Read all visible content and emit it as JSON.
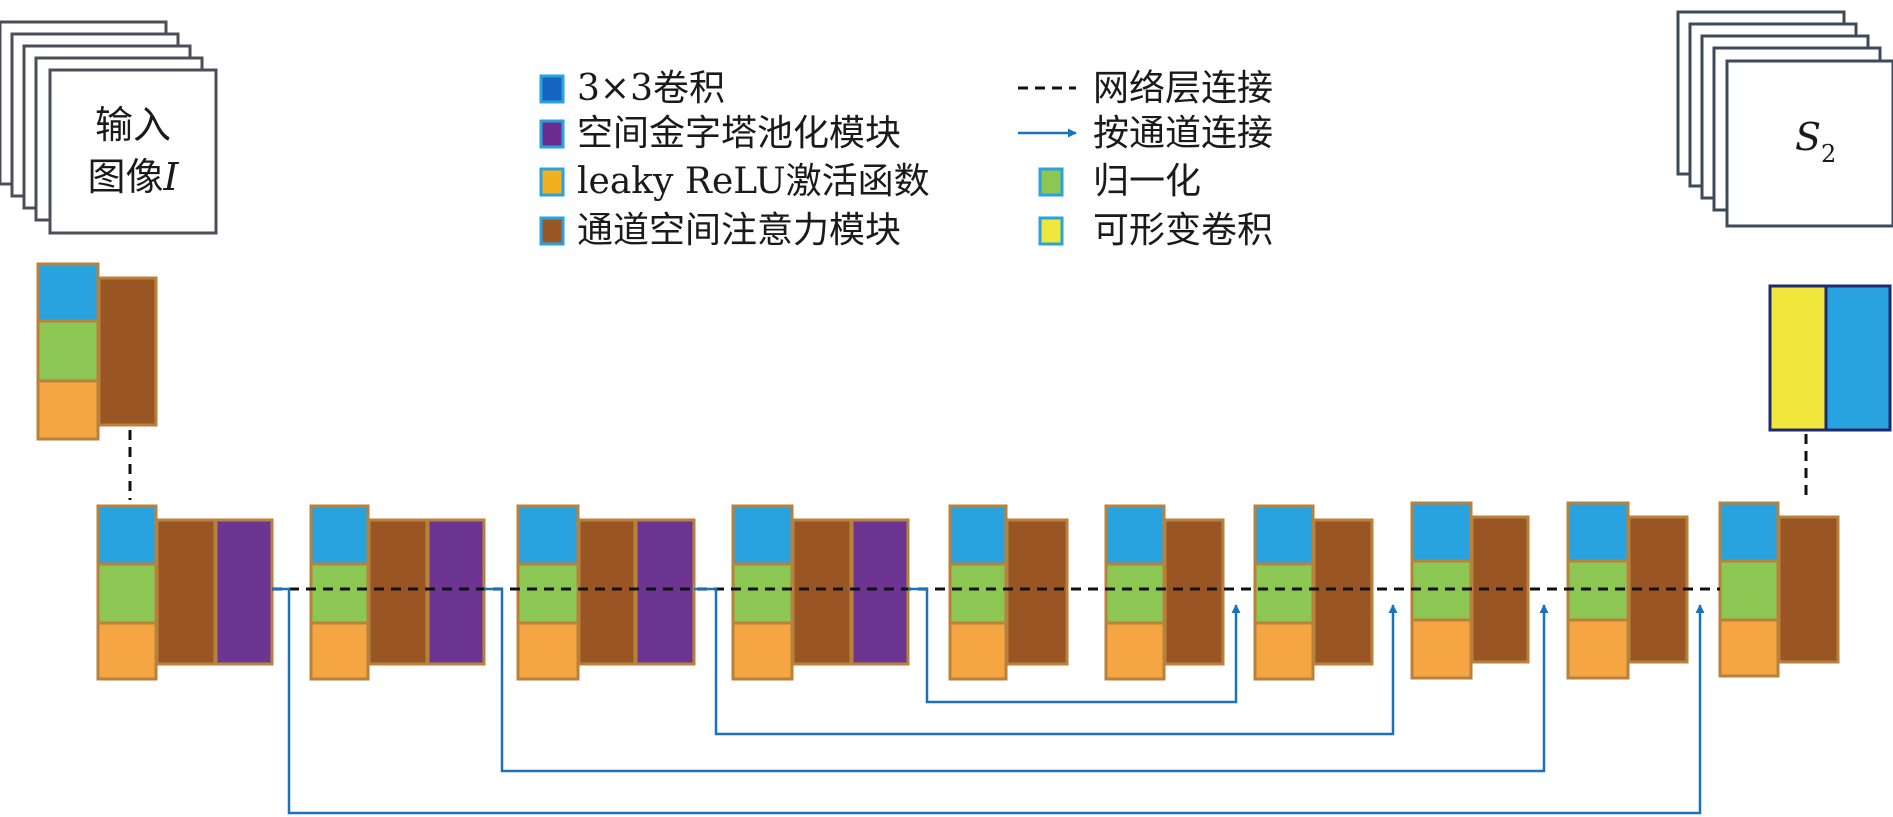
{
  "input": {
    "line1": "输入",
    "line2": "图像",
    "var": "I"
  },
  "output": {
    "var": "S",
    "sub": "2"
  },
  "legend": {
    "left": [
      {
        "text": "3×3卷积",
        "color": "#1565c0",
        "border": "#29a3e0"
      },
      {
        "text": "空间金字塔池化模块",
        "color": "#6b2d8e",
        "border": "#29a3e0"
      },
      {
        "text": "leaky ReLU激活函数",
        "color": "#f2b01e",
        "border": "#29a3e0"
      },
      {
        "text": "通道空间注意力模块",
        "color": "#9a5524",
        "border": "#29a3e0"
      }
    ],
    "right": [
      {
        "text": "网络层连接",
        "kind": "dashed"
      },
      {
        "text": "按通道连接",
        "kind": "arrow"
      },
      {
        "text": "归一化",
        "kind": "swatch",
        "color": "#8cc653",
        "border": "#29a3e0"
      },
      {
        "text": "可形变卷积",
        "kind": "swatch",
        "color": "#f0e63c",
        "border": "#29a3e0"
      }
    ]
  },
  "colors": {
    "conv": "#29a3e0",
    "norm": "#8cc653",
    "act": "#f5a642",
    "attn": "#9a5524",
    "spp": "#6b3591",
    "deform": "#f0e63c",
    "block_border": "#b8823c",
    "connection": "#1a72bb",
    "dash": "#111111"
  }
}
